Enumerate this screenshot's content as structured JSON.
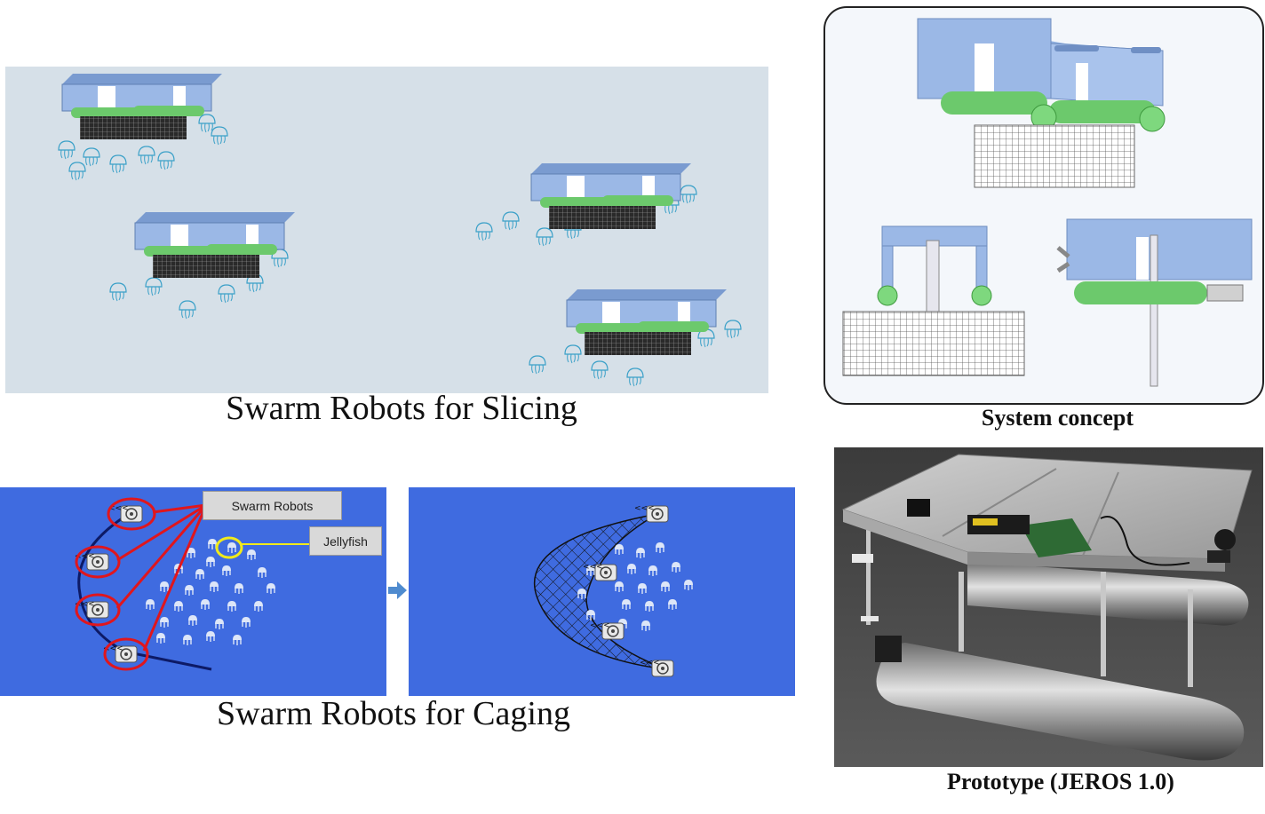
{
  "slicing": {
    "caption": "Swarm Robots for Slicing"
  },
  "concept": {
    "caption": "System concept"
  },
  "caging": {
    "caption": "Swarm Robots for Caging",
    "label_robots": "Swarm Robots",
    "label_jellyfish": "Jellyfish"
  },
  "prototype": {
    "caption": "Prototype (JEROS 1.0)"
  },
  "colors": {
    "sea_light": "#d6e0e8",
    "sea_blue": "#3f6be0",
    "robot_blue": "#9bb8e6",
    "float_green": "#6cc96c",
    "highlight_red": "#e0161d",
    "highlight_yellow": "#f0ea1a"
  }
}
